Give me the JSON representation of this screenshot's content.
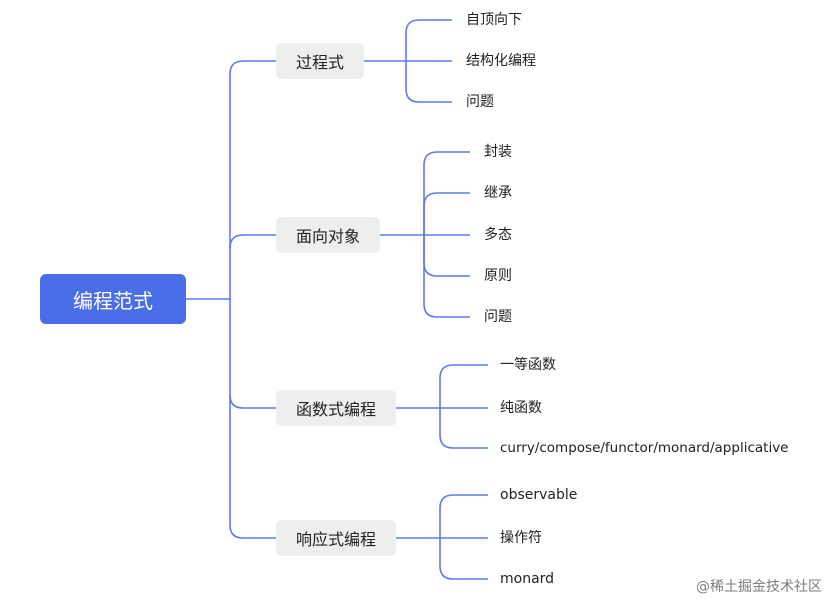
{
  "root": {
    "label": "编程范式"
  },
  "branches": [
    {
      "label": "过程式",
      "children": [
        "自顶向下",
        "结构化编程",
        "问题"
      ]
    },
    {
      "label": "面向对象",
      "children": [
        "封装",
        "继承",
        "多态",
        "原则",
        "问题"
      ]
    },
    {
      "label": "函数式编程",
      "children": [
        "一等函数",
        "纯函数",
        "curry/compose/functor/monard/applicative"
      ]
    },
    {
      "label": "响应式编程",
      "children": [
        "observable",
        "操作符",
        "monard"
      ]
    }
  ],
  "footer": {
    "watermark": "@稀土掘金技术社区"
  },
  "colors": {
    "accent": "#4a6ee8",
    "connector": "#5b7cf0",
    "branch_bg": "#eeeeee"
  }
}
